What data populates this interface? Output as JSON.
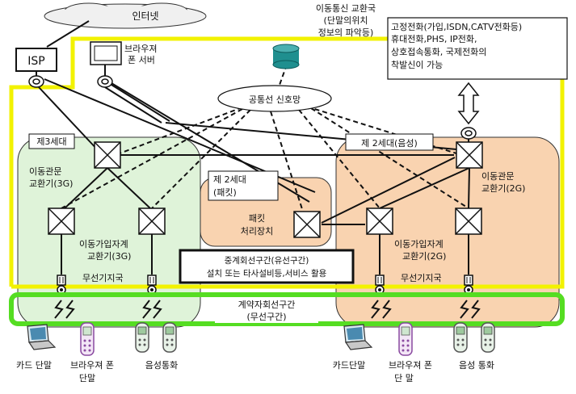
{
  "internet": "인터넷",
  "isp": "ISP",
  "browser_server": [
    "브라우져",
    "폰 서버"
  ],
  "mobile_exchange_top": [
    "이동통신 교환국",
    "(단말의위치",
    "정보의 파악등)"
  ],
  "fixed_services": [
    "고정전화(가입,ISDN,CATV전화등)",
    "휴대전화,PHS, IP전화,",
    "상호접속통화, 국제전화의",
    "착발신이 가능"
  ],
  "common_signal_network": "공통선 신호망",
  "gen3": {
    "label": "제3세대",
    "mobile_switch": [
      "이동관문",
      "교환기(3G)"
    ],
    "subscriber_switch": [
      "이동가입자계",
      "교환기(3G)"
    ],
    "base_station": "무선기지국"
  },
  "gen2_packet": {
    "label": [
      "제 2세대",
      "(패킷)"
    ],
    "packet_device": [
      "패킷",
      "처리장치"
    ]
  },
  "gen2_voice": {
    "label": "제 2세대(음성)",
    "mobile_switch": [
      "이동관문",
      "교환기(2G)"
    ],
    "subscriber_switch": [
      "이동가입자계",
      "교환기(2G)"
    ],
    "base_station": "무선기지국"
  },
  "relay_section": [
    "중계회선구간(유선구간)",
    "설치 또는 타사설비등,서비스 활용"
  ],
  "contract_section": [
    "계약자회선구간",
    "(무선구간)"
  ],
  "terminals_left": {
    "card": "카드 단말",
    "browser_phone": [
      "브라우져 폰",
      "단말"
    ],
    "voice": "음성통화"
  },
  "terminals_right": {
    "card": "카드단말",
    "browser_phone": [
      "브라우져 폰",
      "단 말"
    ],
    "voice": "음성 통화"
  },
  "colors": {
    "yellow_border": "#f2f200",
    "green_area": "#dff3d9",
    "orange_area": "#f9d3b0",
    "contract_border": "#55dd22",
    "db_cylinder": "#1f8f8f"
  }
}
